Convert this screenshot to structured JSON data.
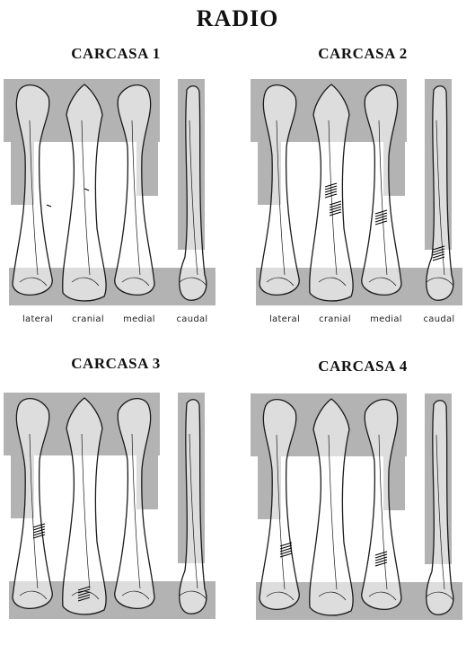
{
  "figure": {
    "title": "RADIO",
    "colors": {
      "shade": "#b3b3b3",
      "bone_outline": "#1a1a1a",
      "bone_fill": "#ffffff",
      "lesion": "#000000"
    },
    "panels": [
      {
        "title": "CARCASA 1",
        "views": [
          "lateral",
          "cranial",
          "medial",
          "caudal"
        ]
      },
      {
        "title": "CARCASA 2",
        "views": [
          "lateral",
          "cranial",
          "medial",
          "caudal"
        ]
      },
      {
        "title": "CARCASA 3",
        "views": []
      },
      {
        "title": "CARCASA 4",
        "views": []
      }
    ]
  }
}
